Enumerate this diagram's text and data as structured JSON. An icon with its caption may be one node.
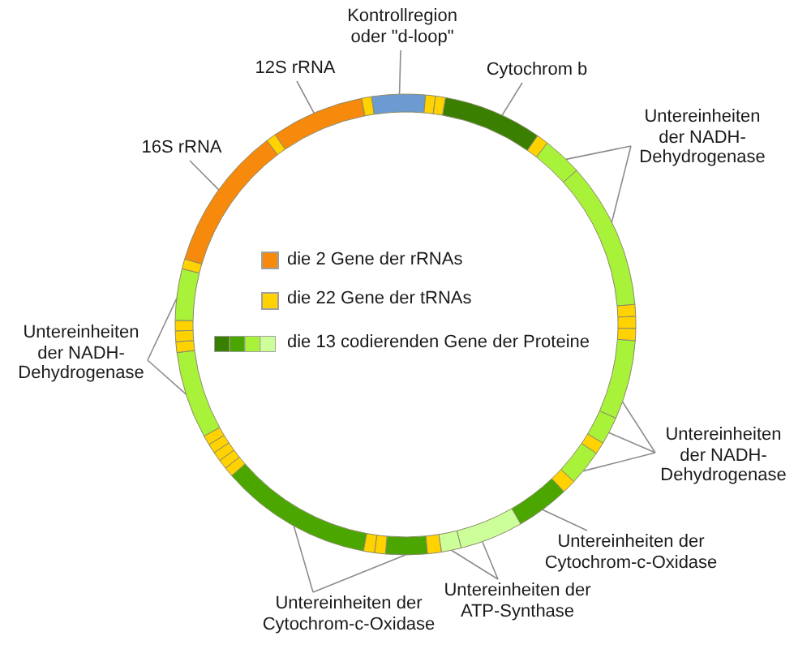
{
  "diagram": {
    "nodes": [
      {
        "text": [
          "Kontrollregion oder \"d-loop\""
        ]
      },
      {
        "text": [
          "12S rRNA"
        ]
      },
      {
        "text": [
          "Cytochrom b"
        ]
      },
      {
        "text": [
          "Untereinheiten der NADH-Dehydrogenase"
        ]
      },
      {
        "text": [
          "16S rRNA"
        ]
      },
      {
        "text": [
          "Untereinheiten der NADH-Dehydrogenase"
        ]
      },
      {
        "text": [
          "Untereinheiten der NADH-Dehydrogenase"
        ]
      },
      {
        "text": [
          "Untereinheiten der Cytochrom-c-Oxidase"
        ]
      },
      {
        "text": [
          "Untereinheiten der ATP-Synthase"
        ]
      },
      {
        "text": [
          "Untereinheiten der Cytochrom-c-Oxidase"
        ]
      },
      {
        "text": [],
        "shape": "arc"
      },
      {
        "text": [],
        "shape": "arc"
      },
      {
        "text": [],
        "shape": "arc"
      },
      {
        "text": [],
        "shape": "arc"
      },
      {
        "text": [],
        "shape": "arc"
      },
      {
        "text": [],
        "shape": "arc"
      },
      {
        "text": [],
        "shape": "arc"
      },
      {
        "text": [],
        "shape": "arc"
      },
      {
        "text": [],
        "shape": "arc"
      },
      {
        "text": [],
        "shape": "arc"
      },
      {
        "text": [],
        "shape": "arc"
      },
      {
        "text": [],
        "shape": "arc"
      },
      {
        "text": [],
        "shape": "arc"
      },
      {
        "text": [],
        "shape": "arc"
      },
      {
        "text": [],
        "shape": "arc"
      },
      {
        "text": [],
        "shape": "arc"
      }
    ],
    "edges": [
      {
        "from": 0,
        "to": 10,
        "arrow": "none"
      },
      {
        "from": 1,
        "to": 25,
        "arrow": "none"
      },
      {
        "from": 2,
        "to": 11,
        "arrow": "none"
      },
      {
        "from": 3,
        "to": 12,
        "arrow": "none"
      },
      {
        "from": 3,
        "to": 13,
        "arrow": "none"
      },
      {
        "from": 4,
        "to": 24,
        "arrow": "none"
      },
      {
        "from": 5,
        "to": 23,
        "arrow": "none"
      },
      {
        "from": 5,
        "to": 22,
        "arrow": "none"
      },
      {
        "from": 6,
        "to": 14,
        "arrow": "none"
      },
      {
        "from": 6,
        "to": 15,
        "arrow": "none"
      },
      {
        "from": 6,
        "to": 16,
        "arrow": "none"
      },
      {
        "from": 7,
        "to": 17,
        "arrow": "none"
      },
      {
        "from": 8,
        "to": 19,
        "arrow": "none"
      },
      {
        "from": 8,
        "to": 18,
        "arrow": "none"
      },
      {
        "from": 9,
        "to": 21,
        "arrow": "none"
      },
      {
        "from": 9,
        "to": 20,
        "arrow": "none"
      }
    ],
    "legend": [
      {
        "text": "die 2 Gene der rRNAs",
        "color": "#f7890c"
      },
      {
        "text": "die 22 Gene der tRNAs",
        "color": "#ffd200"
      },
      {
        "text": "die 13 codierenden Gene der Proteine"
      }
    ]
  }
}
